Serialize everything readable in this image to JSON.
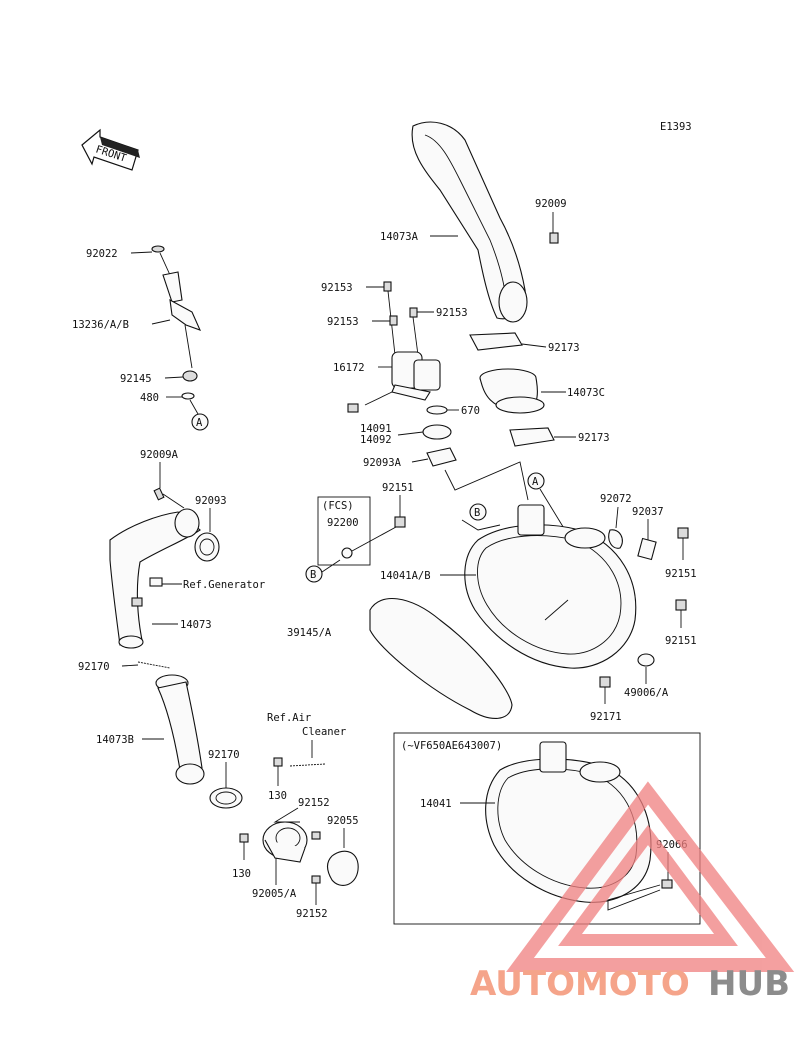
{
  "diagram_code": "E1393",
  "front_label": "FRONT",
  "labels": {
    "p92009_top": "92009",
    "p14073A": "14073A",
    "p92022": "92022",
    "p13236": "13236/A/B",
    "p92145": "92145",
    "p480": "480",
    "refA_left": "A",
    "p92153_a": "92153",
    "p92153_b": "92153",
    "p92153_c": "92153",
    "p16172": "16172",
    "p92173_a": "92173",
    "p14073C": "14073C",
    "p670": "670",
    "p14091": "14091",
    "p14092": "14092",
    "p92173_b": "92173",
    "p92093A": "92093A",
    "refA_center": "A",
    "p92009A": "92009A",
    "p92093": "92093",
    "p92151_a": "92151",
    "fcs": "(FCS)",
    "p92200": "92200",
    "refB_left": "B",
    "refB_center": "B",
    "p92072": "92072",
    "p92037": "92037",
    "p14041AB": "14041A/B",
    "p92151_b": "92151",
    "ref_generator": "Ref.Generator",
    "p14073": "14073",
    "p39145A": "39145/A",
    "p92151_c": "92151",
    "p92170_a": "92170",
    "p49006A": "49006/A",
    "p92171": "92171",
    "p14073B": "14073B",
    "ref_air_1": "Ref.Air",
    "ref_air_2": "Cleaner",
    "vf_note": "(~VF650AE643007)",
    "p92170_b": "92170",
    "p130_a": "130",
    "p92152_a": "92152",
    "p92055": "92055",
    "p14041": "14041",
    "p92066": "92066",
    "p130_b": "130",
    "p92005A": "92005/A",
    "p92152_b": "92152"
  },
  "watermark": {
    "part1": "AUTOMOTO",
    "part2": "HUB",
    "color1": "#f5a48a",
    "color2": "#8c8c8c",
    "triangle_color": "#f08080"
  }
}
